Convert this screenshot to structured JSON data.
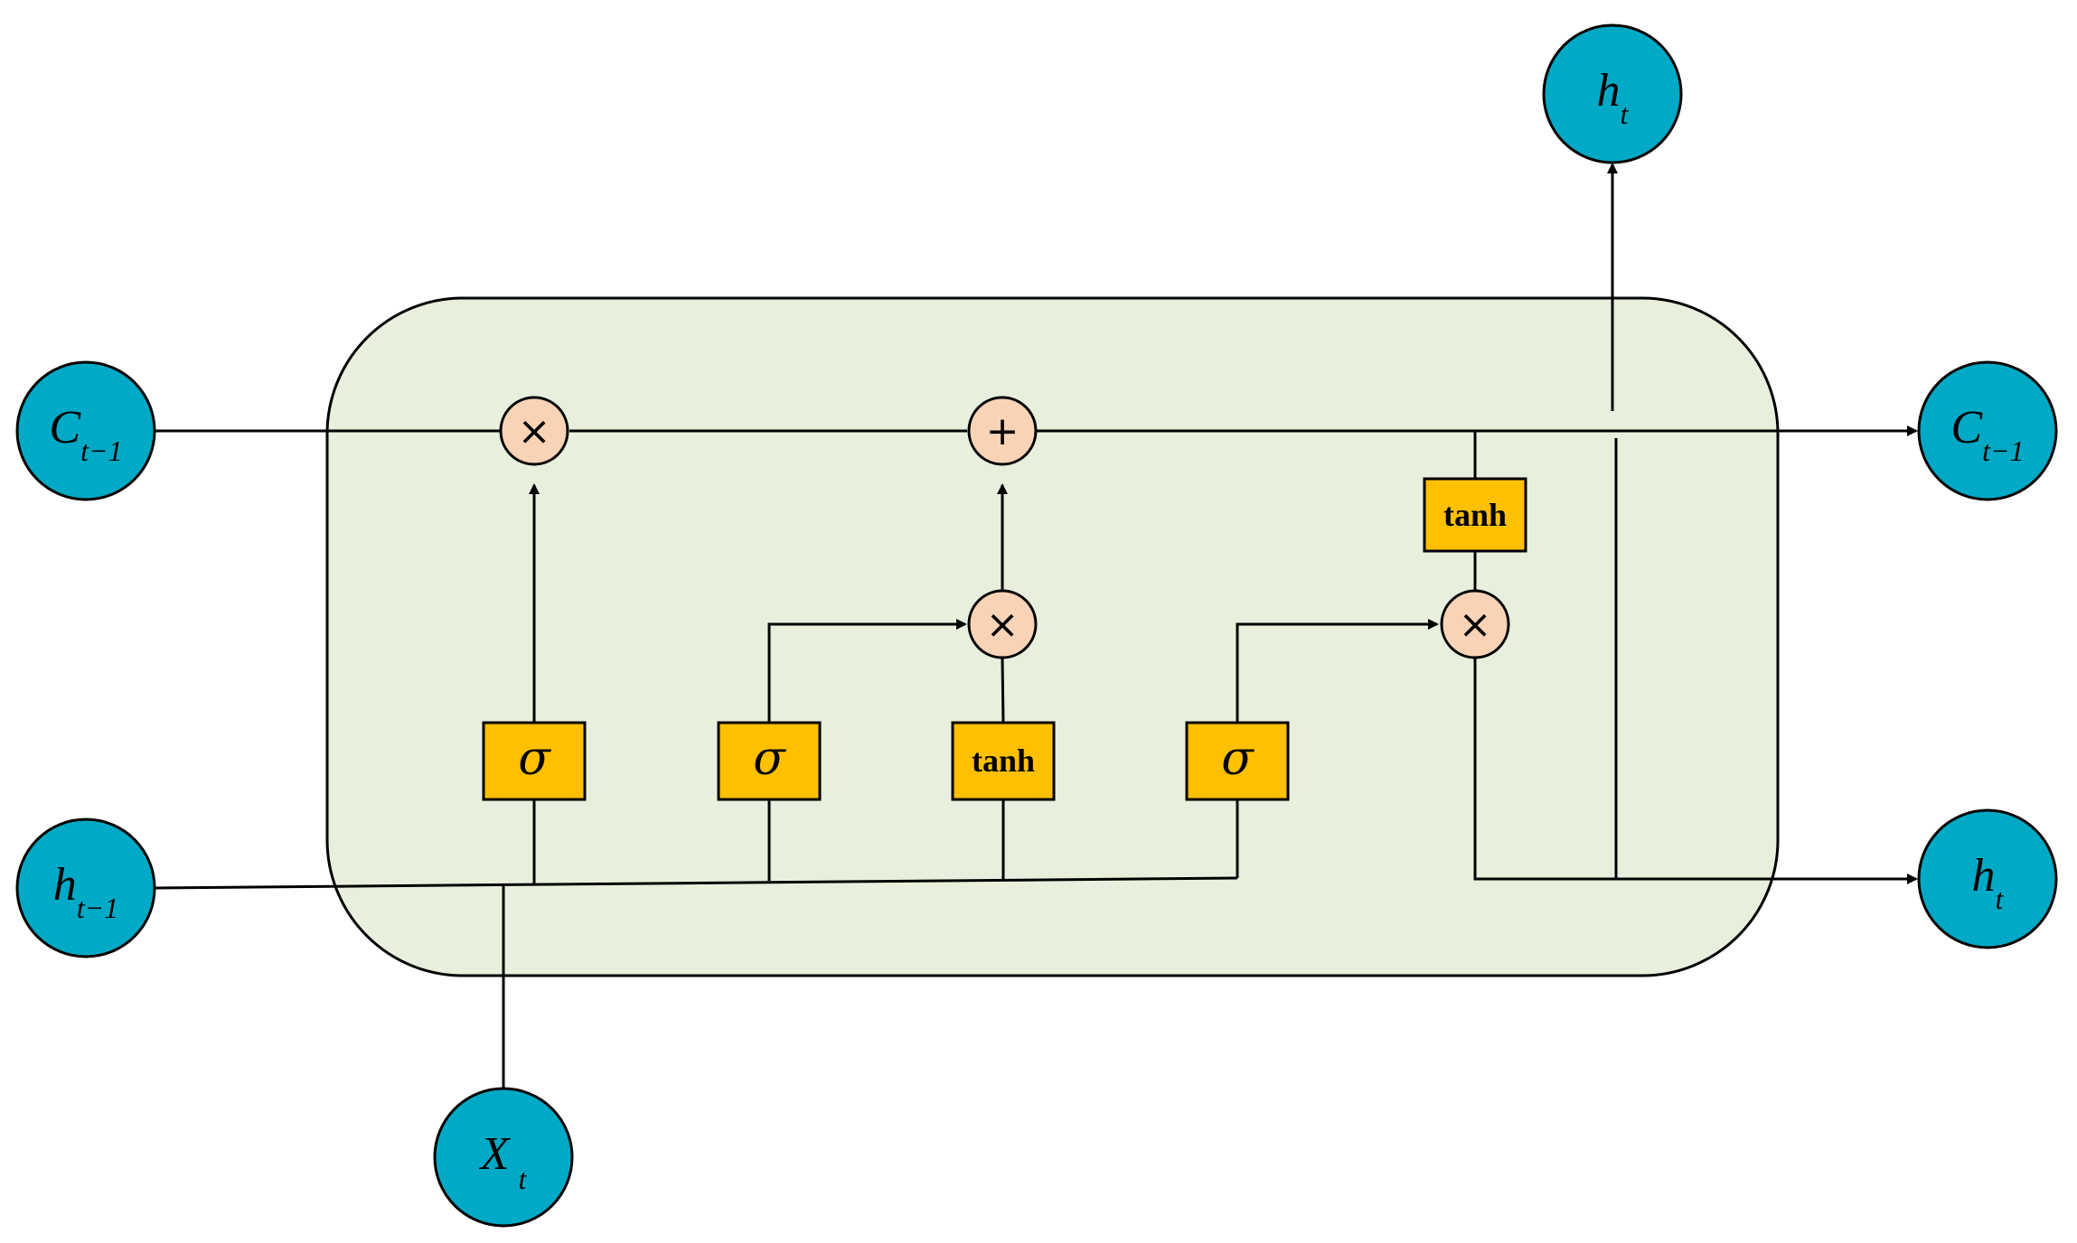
{
  "colors": {
    "cell_fill": "#e8f0dd",
    "node_fill": "#00a9c5",
    "gate_fill": "#ffc000",
    "op_fill": "#f9d3b6",
    "line": "#000000"
  },
  "nodes": {
    "c_prev": {
      "main": "C",
      "sub": "t−1"
    },
    "h_prev": {
      "main": "h",
      "sub": "t−1"
    },
    "x_t": {
      "main": "X",
      "sub": "t"
    },
    "h_top": {
      "main": "h",
      "sub": "t"
    },
    "c_next": {
      "main": "C",
      "sub": "t−1"
    },
    "h_next": {
      "main": "h",
      "sub": "t"
    }
  },
  "gates": {
    "forget_sigma": "σ",
    "input_sigma": "σ",
    "candidate_tanh": "tanh",
    "output_sigma": "σ",
    "cell_tanh": "tanh"
  },
  "ops": {
    "forget_mult": "×",
    "cell_add": "+",
    "input_mult": "×",
    "output_mult": "×"
  }
}
